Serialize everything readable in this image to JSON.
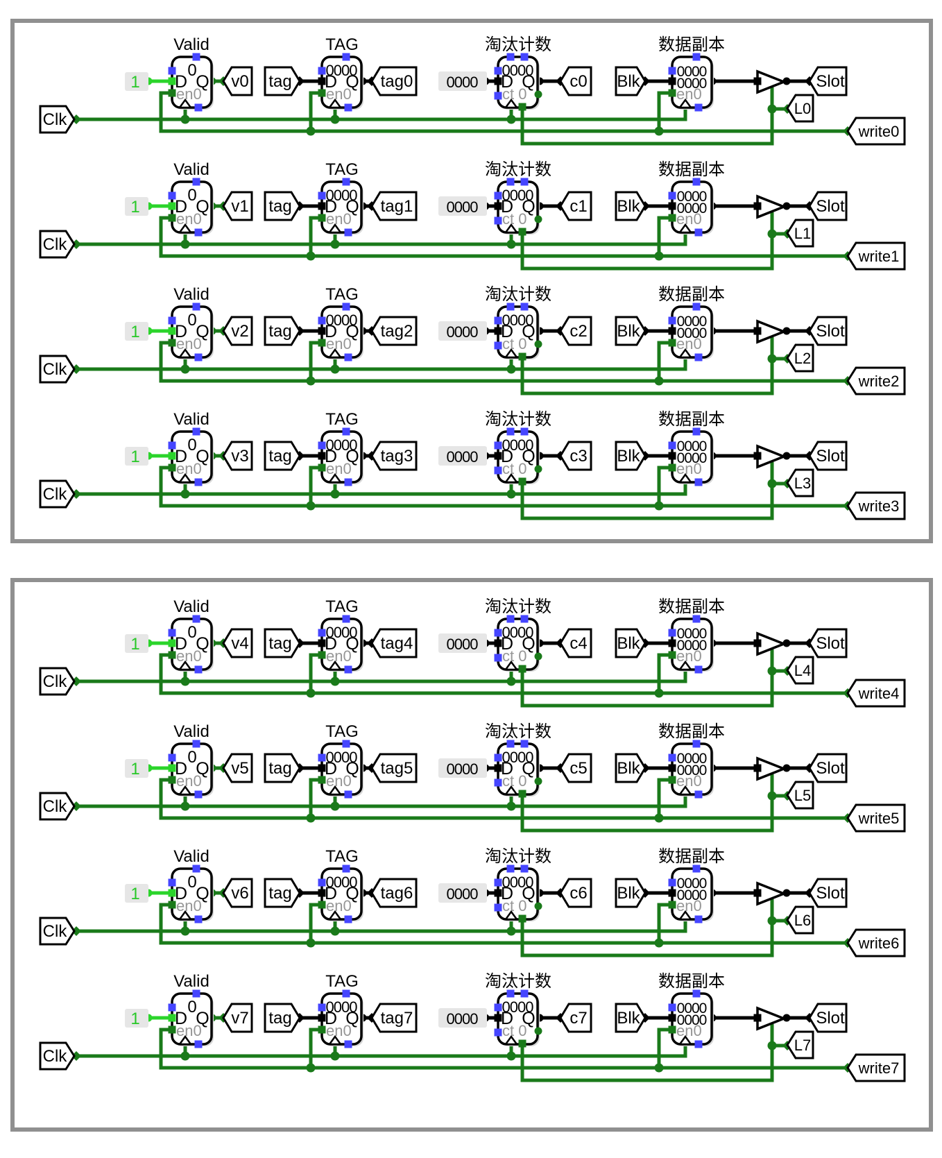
{
  "headers": {
    "valid": "Valid",
    "tag": "TAG",
    "counter": "淘汰计数",
    "data": "数据副本"
  },
  "pins": {
    "clk": "Clk",
    "tag_in": "tag",
    "blk": "Blk",
    "slot": "Slot"
  },
  "constants": {
    "one": "1",
    "zero4": "0000"
  },
  "register_text": {
    "valid_value": "0",
    "tag_value": "0000",
    "counter_value": "0000",
    "data_value_hi": "0000",
    "data_value_lo": "0000",
    "d": "D",
    "q": "Q",
    "en": "en0",
    "ct": "ct 0"
  },
  "rows": [
    {
      "v": "v0",
      "tag": "tag0",
      "count": "c0",
      "line": "L0",
      "write": "write0"
    },
    {
      "v": "v1",
      "tag": "tag1",
      "count": "c1",
      "line": "L1",
      "write": "write1"
    },
    {
      "v": "v2",
      "tag": "tag2",
      "count": "c2",
      "line": "L2",
      "write": "write2"
    },
    {
      "v": "v3",
      "tag": "tag3",
      "count": "c3",
      "line": "L3",
      "write": "write3"
    },
    {
      "v": "v4",
      "tag": "tag4",
      "count": "c4",
      "line": "L4",
      "write": "write4"
    },
    {
      "v": "v5",
      "tag": "tag5",
      "count": "c5",
      "line": "L5",
      "write": "write5"
    },
    {
      "v": "v6",
      "tag": "tag6",
      "count": "c6",
      "line": "L6",
      "write": "write6"
    },
    {
      "v": "v7",
      "tag": "tag7",
      "count": "c7",
      "line": "L7",
      "write": "write7"
    }
  ],
  "colors": {
    "wire_on": "#2bd42b",
    "wire_off": "#1a7a1a",
    "bus": "#000000",
    "port_unconnected": "#4545ff",
    "text_muted": "#969696",
    "component": "#000000",
    "component_fill": "#ffffff",
    "shadow": "#d6d6d6",
    "halo": "#e6e6e6",
    "frame": "#909090",
    "background": "#ffffff",
    "const_text": "#28c828"
  }
}
